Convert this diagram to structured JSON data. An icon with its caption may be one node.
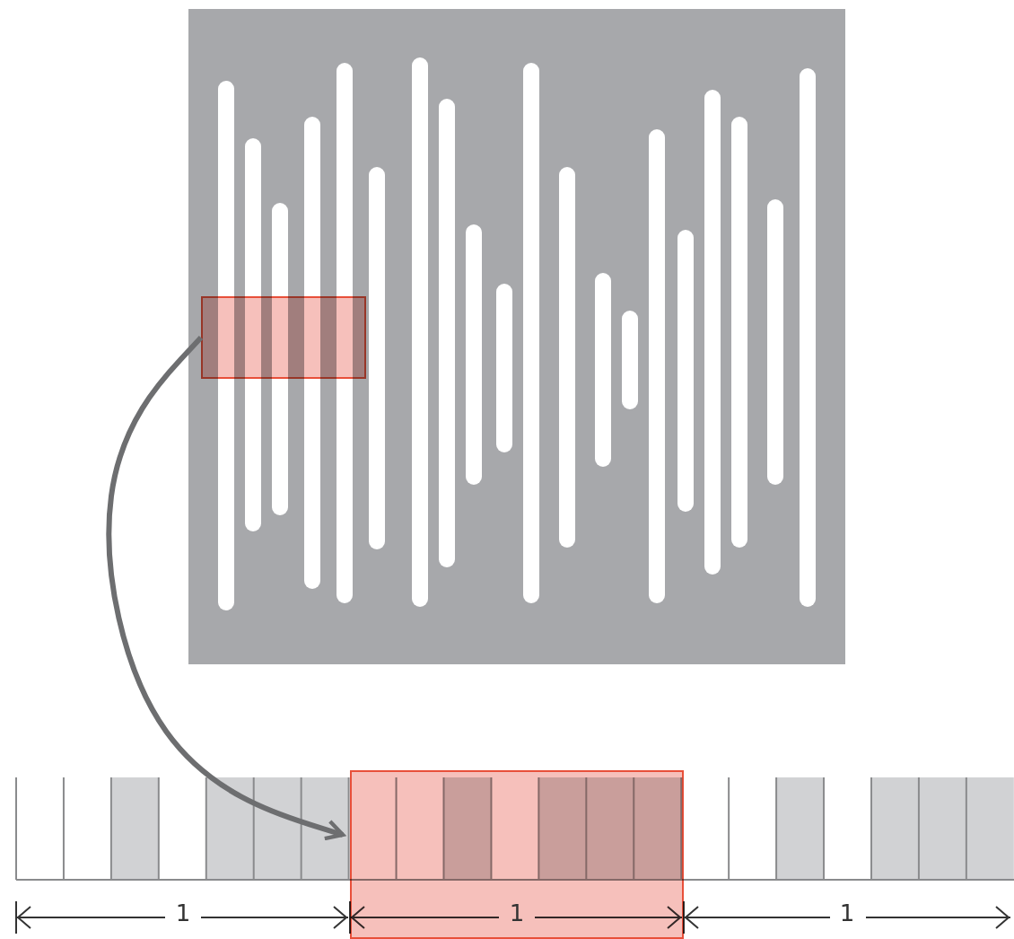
{
  "diagram": {
    "nodes": [
      {
        "text": [],
        "shape": "box"
      },
      {
        "text": [],
        "shape": "box"
      }
    ],
    "edges": [
      {
        "from": 0,
        "to": 1,
        "arrow": "to"
      }
    ],
    "labels": [
      "1",
      "1",
      "1"
    ]
  }
}
